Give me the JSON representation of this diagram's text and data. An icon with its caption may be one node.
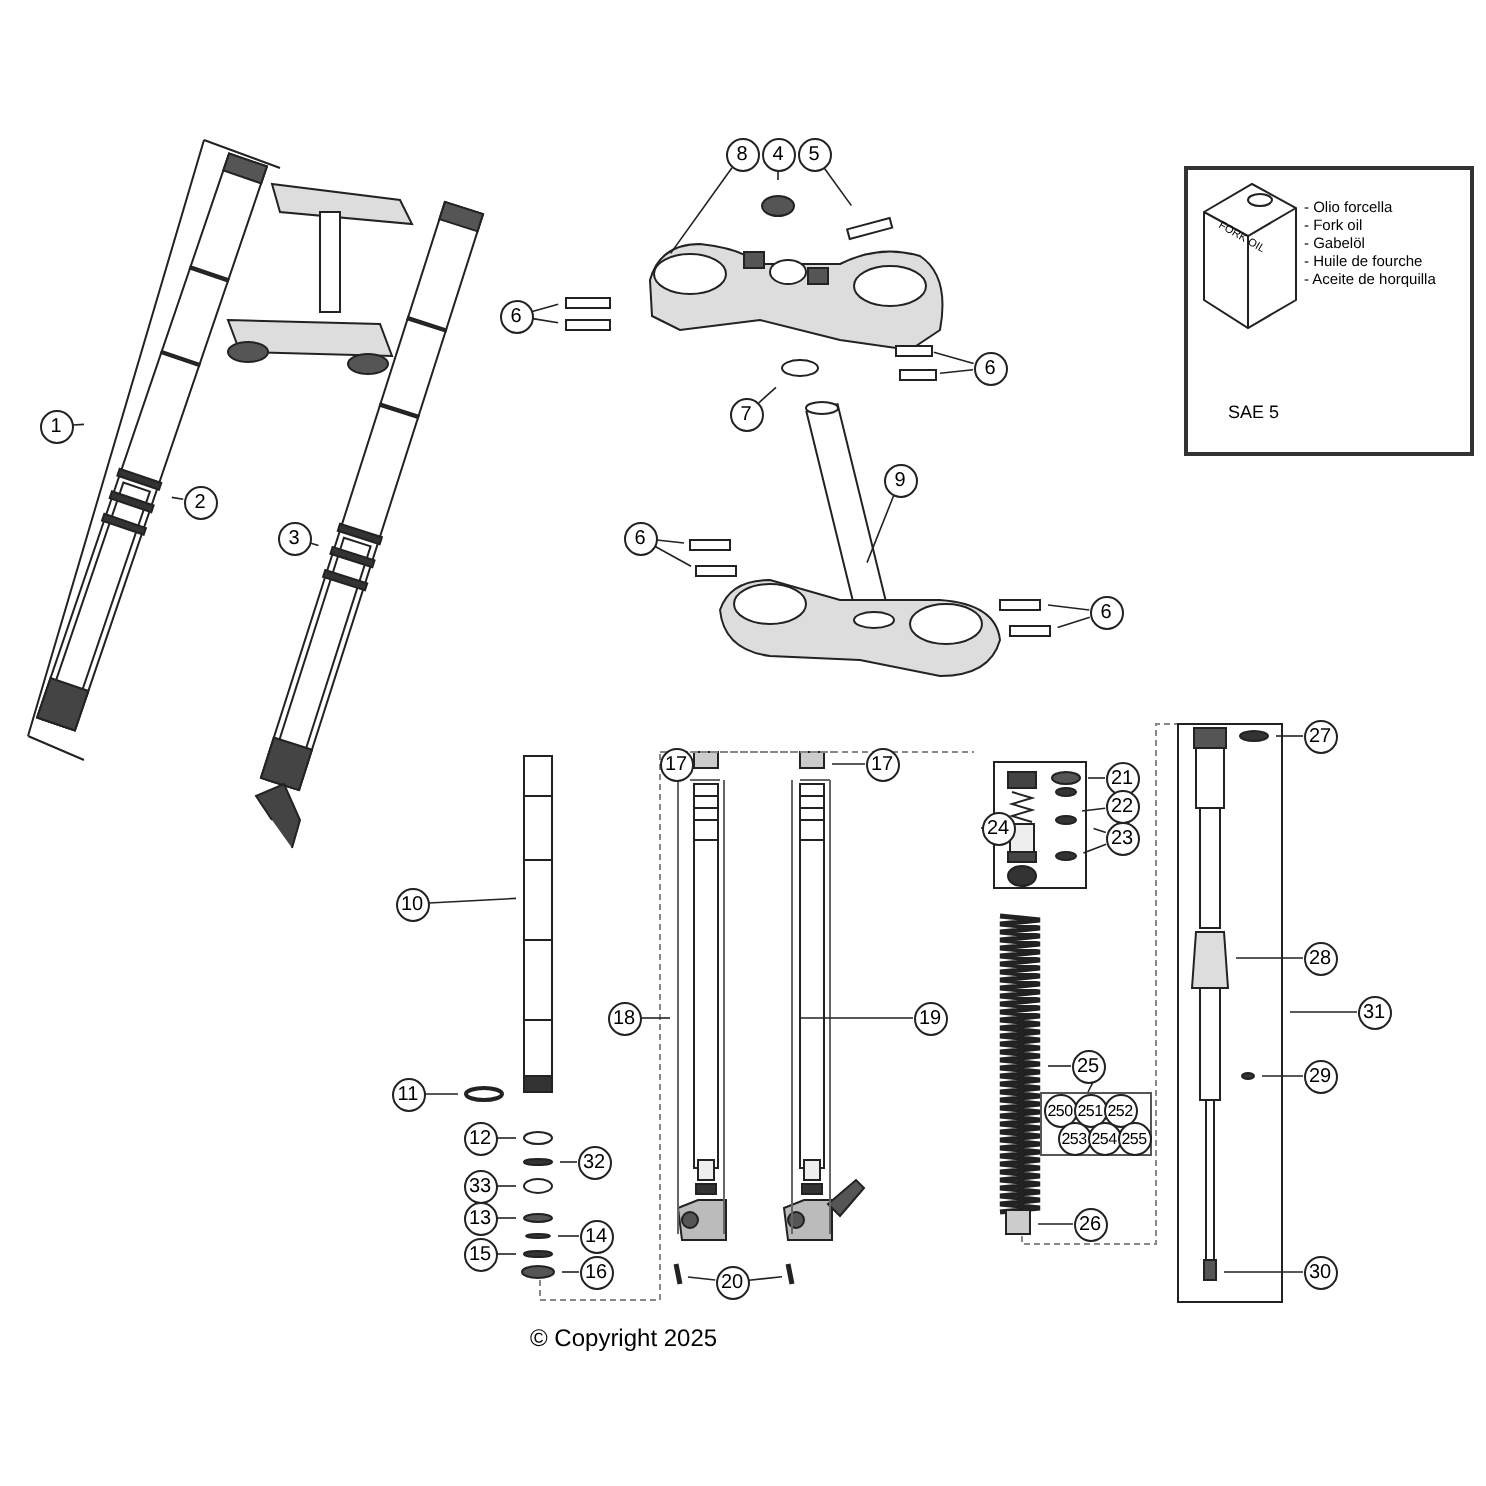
{
  "diagram": {
    "nodes": [
      {
        "text": [
          "1"
        ]
      },
      {
        "text": [
          "2"
        ]
      },
      {
        "text": [
          "3"
        ]
      },
      {
        "text": [
          "8"
        ]
      },
      {
        "text": [
          "4"
        ]
      },
      {
        "text": [
          "5"
        ]
      },
      {
        "text": [
          "6"
        ]
      },
      {
        "text": [
          "6"
        ]
      },
      {
        "text": [
          "7"
        ]
      },
      {
        "text": [
          "9"
        ]
      },
      {
        "text": [
          "6"
        ]
      },
      {
        "text": [
          "6"
        ]
      },
      {
        "text": [
          "- Olio forcella",
          "- Fork oil",
          "- Gabelöl",
          "- Huile de fourche",
          "- Aceite de horquilla",
          "SAE 5"
        ]
      },
      {
        "text": [
          "10"
        ]
      },
      {
        "text": [
          "11"
        ]
      },
      {
        "text": [
          "12"
        ]
      },
      {
        "text": [
          "32"
        ]
      },
      {
        "text": [
          "33"
        ]
      },
      {
        "text": [
          "13"
        ]
      },
      {
        "text": [
          "14"
        ]
      },
      {
        "text": [
          "15"
        ]
      },
      {
        "text": [
          "16"
        ]
      },
      {
        "text": [
          "17"
        ]
      },
      {
        "text": [
          "17"
        ]
      },
      {
        "text": [
          "18"
        ]
      },
      {
        "text": [
          "19"
        ]
      },
      {
        "text": [
          "20"
        ]
      },
      {
        "text": [
          "21"
        ]
      },
      {
        "text": [
          "22"
        ]
      },
      {
        "text": [
          "23"
        ]
      },
      {
        "text": [
          "24"
        ]
      },
      {
        "text": [
          "25"
        ]
      },
      {
        "text": [],
        "shape": "box"
      },
      {
        "text": [
          "250"
        ],
        "in": 32
      },
      {
        "text": [
          "251"
        ],
        "in": 32
      },
      {
        "text": [
          "252"
        ],
        "in": 32
      },
      {
        "text": [
          "253"
        ],
        "in": 32
      },
      {
        "text": [
          "254"
        ],
        "in": 32
      },
      {
        "text": [
          "255"
        ],
        "in": 32
      },
      {
        "text": [
          "26"
        ]
      },
      {
        "text": [
          "27"
        ]
      },
      {
        "text": [
          "28"
        ]
      },
      {
        "text": [
          "31"
        ]
      },
      {
        "text": [
          "29"
        ]
      },
      {
        "text": [
          "30"
        ]
      }
    ],
    "edges": [
      {
        "from": 0,
        "to": null,
        "arrow": "none"
      },
      {
        "from": 1,
        "to": null,
        "arrow": "none"
      },
      {
        "from": 2,
        "to": null,
        "arrow": "none"
      },
      {
        "from": 3,
        "to": null,
        "arrow": "none"
      },
      {
        "from": 4,
        "to": null,
        "arrow": "none"
      },
      {
        "from": 5,
        "to": null,
        "arrow": "none"
      },
      {
        "from": 6,
        "to": null,
        "arrow": "none"
      },
      {
        "from": 6,
        "to": null,
        "arrow": "none"
      },
      {
        "from": 7,
        "to": null,
        "arrow": "none"
      },
      {
        "from": 7,
        "to": null,
        "arrow": "none"
      },
      {
        "from": 8,
        "to": null,
        "arrow": "none"
      },
      {
        "from": 9,
        "to": null,
        "arrow": "none"
      },
      {
        "from": 10,
        "to": null,
        "arrow": "none"
      },
      {
        "from": 10,
        "to": null,
        "arrow": "none"
      },
      {
        "from": 11,
        "to": null,
        "arrow": "none"
      },
      {
        "from": 11,
        "to": null,
        "arrow": "none"
      },
      {
        "from": 13,
        "to": null,
        "arrow": "none"
      },
      {
        "from": 14,
        "to": null,
        "arrow": "none"
      },
      {
        "from": 15,
        "to": null,
        "arrow": "none"
      },
      {
        "from": 16,
        "to": null,
        "arrow": "none"
      },
      {
        "from": 17,
        "to": null,
        "arrow": "none"
      },
      {
        "from": 18,
        "to": null,
        "arrow": "none"
      },
      {
        "from": 19,
        "to": null,
        "arrow": "none"
      },
      {
        "from": 20,
        "to": null,
        "arrow": "none"
      },
      {
        "from": 21,
        "to": null,
        "arrow": "none"
      },
      {
        "from": 22,
        "to": null,
        "arrow": "none"
      },
      {
        "from": 23,
        "to": null,
        "arrow": "none"
      },
      {
        "from": 24,
        "to": null,
        "arrow": "none"
      },
      {
        "from": 25,
        "to": null,
        "arrow": "none"
      },
      {
        "from": 26,
        "to": null,
        "arrow": "none"
      },
      {
        "from": 26,
        "to": null,
        "arrow": "none"
      },
      {
        "from": 27,
        "to": null,
        "arrow": "none"
      },
      {
        "from": 28,
        "to": null,
        "arrow": "none"
      },
      {
        "from": 29,
        "to": null,
        "arrow": "none"
      },
      {
        "from": 29,
        "to": null,
        "arrow": "none"
      },
      {
        "from": 30,
        "to": null,
        "arrow": "none"
      },
      {
        "from": 31,
        "to": null,
        "arrow": "none"
      },
      {
        "from": 31,
        "to": 32,
        "arrow": "none"
      },
      {
        "from": 39,
        "to": null,
        "arrow": "none"
      },
      {
        "from": 40,
        "to": null,
        "arrow": "none"
      },
      {
        "from": 41,
        "to": null,
        "arrow": "none"
      },
      {
        "from": 42,
        "to": null,
        "arrow": "none"
      },
      {
        "from": 43,
        "to": null,
        "arrow": "none"
      },
      {
        "from": 44,
        "to": null,
        "arrow": "none"
      }
    ],
    "labels": [
      "FORK OIL",
      "© Copyright 2025"
    ]
  }
}
